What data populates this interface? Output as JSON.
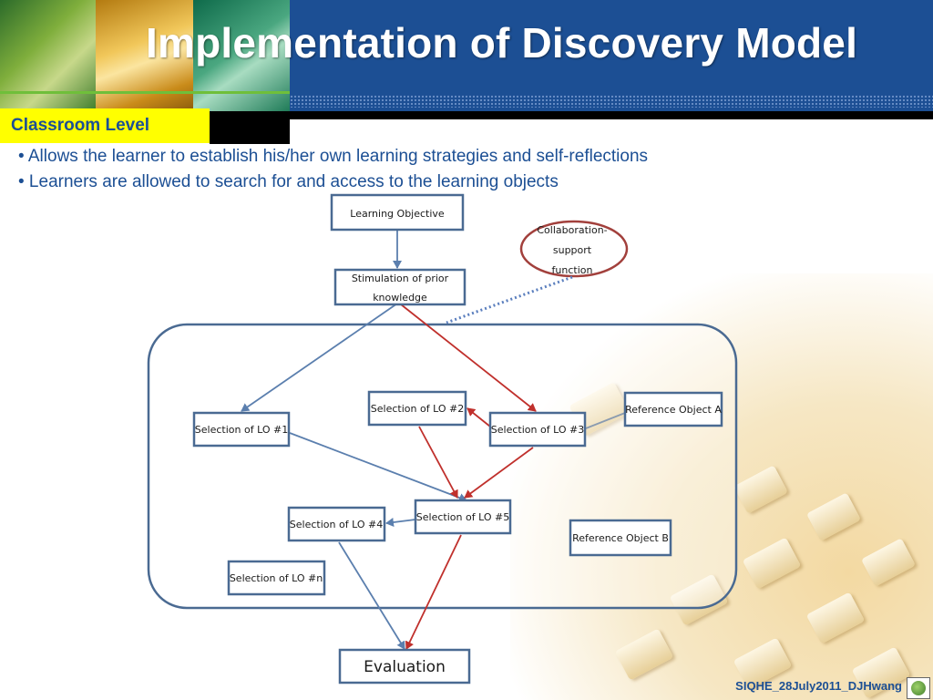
{
  "header": {
    "title": "Implementation of Discovery Model",
    "level": "Classroom Level"
  },
  "bullets": [
    "• Allows the learner to establish his/her own learning strategies and self-reflections",
    "• Learners are allowed to search for and access to the learning objects"
  ],
  "diagram": {
    "nodes": {
      "objective": "Learning Objective",
      "stimulation_line1": "Stimulation of prior",
      "stimulation_line2": "knowledge",
      "collab_line1": "Collaboration-",
      "collab_line2": "support",
      "collab_line3": "function",
      "lo1": "Selection of LO #1",
      "lo2": "Selection of LO #2",
      "lo3": "Selection of LO #3",
      "lo4": "Selection of LO #4",
      "lo5": "Selection of LO #5",
      "lon": "Selection of LO #n",
      "refA": "Reference Object A",
      "refB": "Reference Object B",
      "evaluation": "Evaluation"
    },
    "colors": {
      "blue_arrow": "#5b7fae",
      "red_arrow": "#c0302c",
      "box_border": "#4a6a92",
      "ellipse": "#a2403c",
      "dotted": "#5b7fbe"
    }
  },
  "footer": {
    "text": "SIQHE_28July2011_DJHwang"
  }
}
